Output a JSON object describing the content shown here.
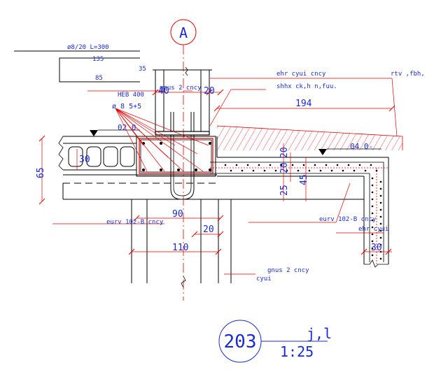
{
  "grid": {
    "axis_label": "A"
  },
  "stirrup": {
    "spec": "ø8/20 L=300",
    "dim_top": "135",
    "dim_bottom": "85",
    "dim_side": "35"
  },
  "callouts": {
    "gnus_top": "gnus 2 cncy",
    "heb": "HEB 400",
    "rebar": "ø 8 5+5",
    "ehr_top": "ehr cyui cncy",
    "shhx": "shhx ck,h n,fuu.",
    "rtv": "rtv ,fbh, p",
    "eurv_left": "eurv 102-B cncy",
    "eurv_right": "eurv 102-B cncy",
    "ehr_right": "ehr cyui",
    "gnus_bottom": "gnus 2 cncy",
    "cyui": "cyui"
  },
  "dimensions": {
    "d40": "40",
    "d20_top": "20",
    "d194": "194",
    "d30_slab": "30",
    "d65": "65",
    "d20_vert": "20",
    "d20_vert2": "20",
    "d45": "45",
    "d25": "25",
    "d90": "90",
    "d20_mid": "20",
    "d110": "110",
    "d30_wall": "30"
  },
  "levels": {
    "left": "02 0",
    "right": "04 0-"
  },
  "detail": {
    "number": "203",
    "title": "j,l",
    "scale": "1:25"
  },
  "colors": {
    "line": "#000000",
    "dimension": "#1a2bd0",
    "leader": "#e00000"
  }
}
